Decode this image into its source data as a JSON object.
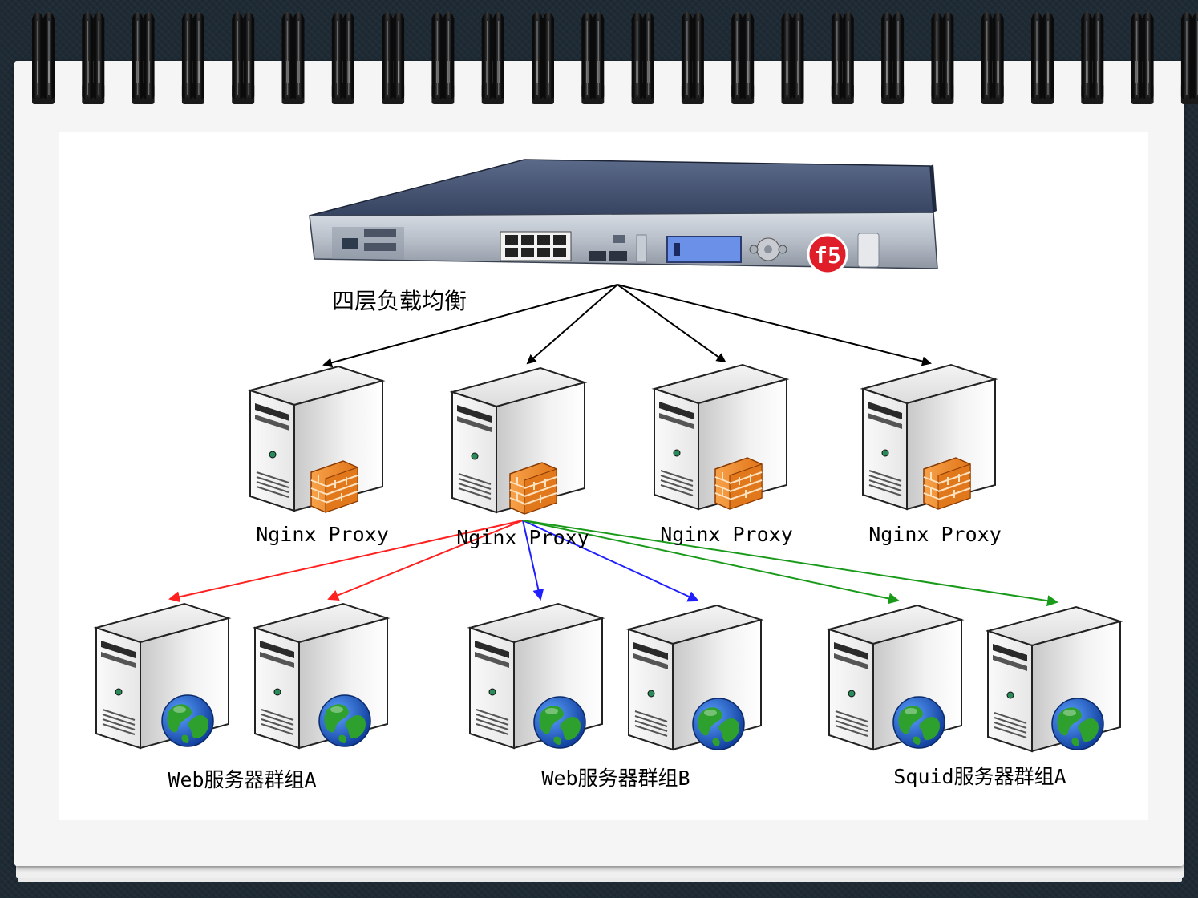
{
  "diagram": {
    "load_balancer_label": "四层负载均衡",
    "device_badge": "f5",
    "proxies": [
      {
        "label": "Nginx Proxy"
      },
      {
        "label": "Nginx Proxy"
      },
      {
        "label": "Nginx Proxy"
      },
      {
        "label": "Nginx Proxy"
      }
    ],
    "groups": [
      {
        "label": "Web服务器群组A",
        "color": "#ff2020"
      },
      {
        "label": "Web服务器群组B",
        "color": "#2020ff"
      },
      {
        "label": "Squid服务器群组A",
        "color": "#1a9a1a"
      }
    ]
  },
  "colors": {
    "backdrop": "#1e2a34",
    "paper": "#f5f5f5",
    "firewall": "#f28a2c",
    "globe_ocean": "#1f5fd0",
    "globe_land": "#2ea02e"
  }
}
